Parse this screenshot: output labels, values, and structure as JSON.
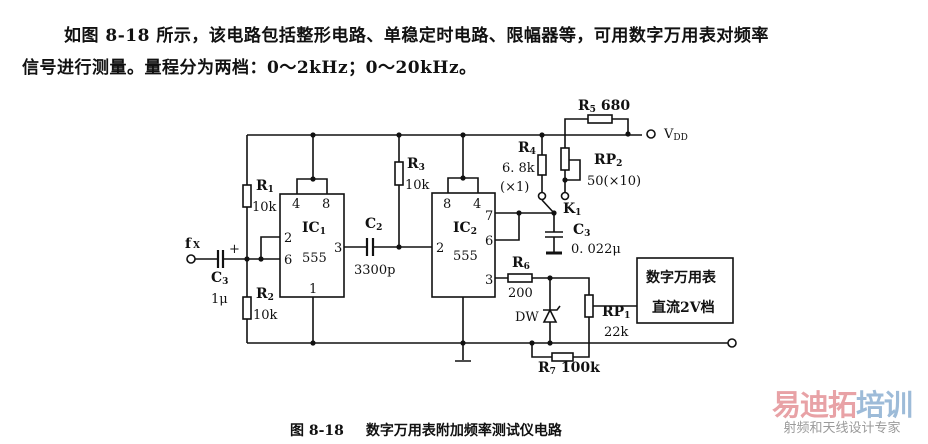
{
  "text": {
    "line1": "如图 8-18 所示，该电路包括整形电路、单稳定时电路、限幅器等，可用数字万用表对频率",
    "line2": "信号进行测量。量程分为两档：0～2kHz；0～20kHz。"
  },
  "labels": {
    "fx": {
      "main": "f",
      "sub": "X"
    },
    "c3_in": {
      "main": "C",
      "sub": "3",
      "value": "1μ",
      "polarity": "+"
    },
    "r1": {
      "main": "R",
      "sub": "1",
      "value": "10k"
    },
    "r2": {
      "main": "R",
      "sub": "2",
      "value": "10k"
    },
    "ic1": {
      "main": "IC",
      "sub": "1",
      "type": "555",
      "pins": [
        "4",
        "8",
        "2",
        "6",
        "3",
        "1"
      ]
    },
    "c2": {
      "main": "C",
      "sub": "2",
      "value": "3300p"
    },
    "r3": {
      "main": "R",
      "sub": "3",
      "value": "10k"
    },
    "ic2": {
      "main": "IC",
      "sub": "2",
      "type": "555",
      "pins": [
        "8",
        "4",
        "7",
        "6",
        "2",
        "3"
      ]
    },
    "r4": {
      "main": "R",
      "sub": "4",
      "value": "6. 8k",
      "range": "(×1)"
    },
    "r5": {
      "main": "R",
      "sub": "5",
      "value": "680"
    },
    "rp2": {
      "main": "RP",
      "sub": "2",
      "value": "50(×10)"
    },
    "vdd": {
      "main": "V",
      "sub": "DD"
    },
    "k1": {
      "main": "K",
      "sub": "1"
    },
    "c3_t": {
      "main": "C",
      "sub": "3",
      "value": "0. 022μ"
    },
    "r6": {
      "main": "R",
      "sub": "6",
      "value": "200"
    },
    "dw": "DW",
    "rp1": {
      "main": "RP",
      "sub": "1",
      "value": "22k"
    },
    "r7": {
      "main": "R",
      "sub": "7",
      "value": "100k"
    },
    "meter": {
      "line1": "数字万用表",
      "line2": "直流2V档"
    }
  },
  "caption": {
    "number": "图 8-18",
    "title": "数字万用表附加频率测试仪电路"
  },
  "watermark": {
    "brand_a": "易迪拓",
    "brand_b": "培训",
    "tagline": "射频和天线设计专家"
  },
  "colors": {
    "watermark_red": "#e8a2a6",
    "watermark_blue": "#9dbbd8"
  }
}
